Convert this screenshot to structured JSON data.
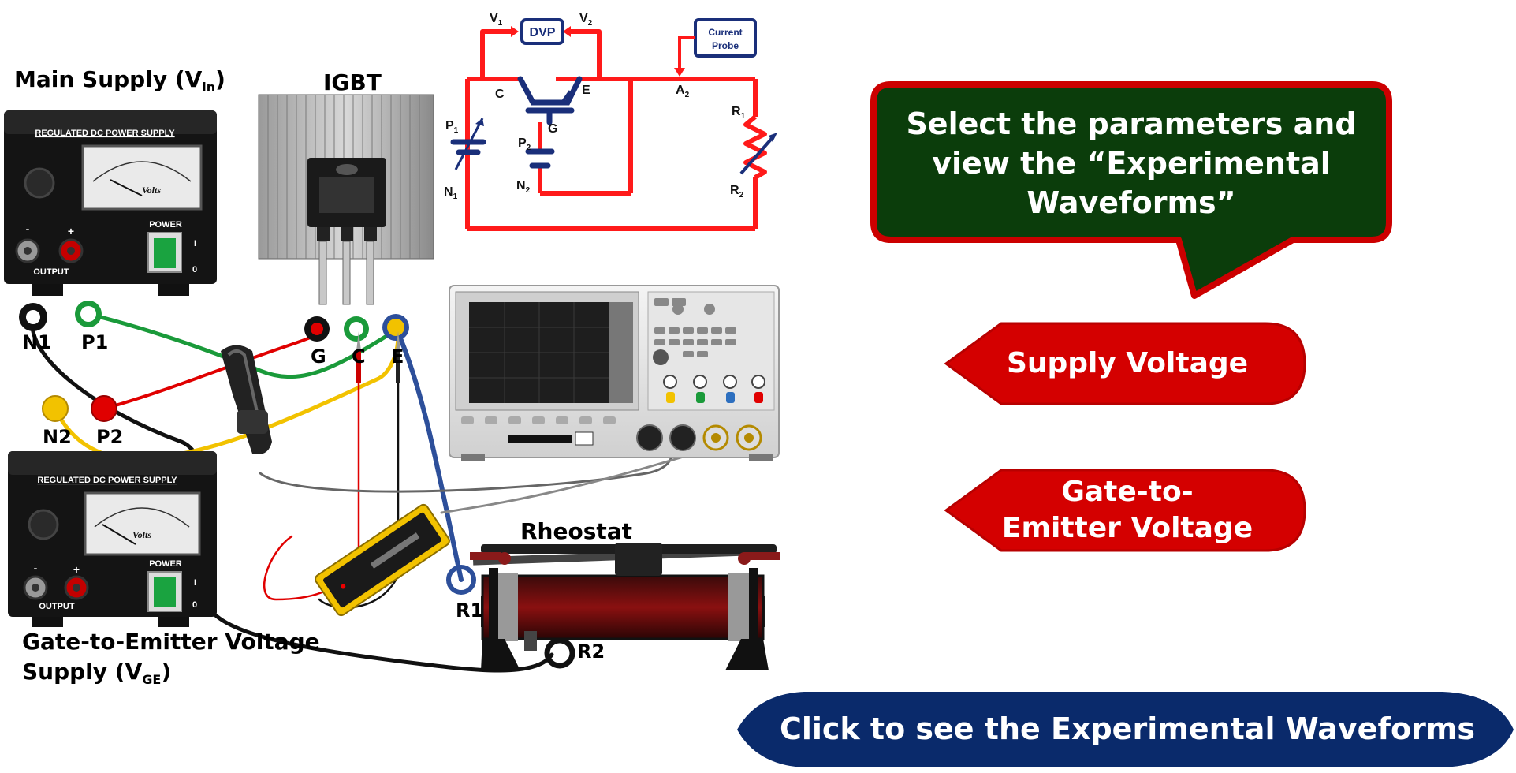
{
  "labels": {
    "main_supply": "Main Supply (V",
    "main_supply_sub": "in",
    "main_supply_close": ")",
    "gate_supply_line1": "Gate-to-Emitter Voltage",
    "gate_supply_line2": "Supply (V",
    "gate_supply_sub": "GE",
    "gate_supply_close": ")",
    "igbt": "IGBT",
    "rheostat": "Rheostat",
    "terminal_n1": "N1",
    "terminal_p1": "P1",
    "terminal_n2": "N2",
    "terminal_p2": "P2",
    "terminal_g": "G",
    "terminal_c": "C",
    "terminal_e": "E",
    "terminal_r1": "R1",
    "terminal_r2": "R2"
  },
  "power_supply": {
    "title": "REGULATED DC POWER SUPPLY",
    "meter_label": "Volts",
    "output_label": "OUTPUT",
    "power_label": "POWER",
    "minus": "-",
    "plus": "+",
    "switch_on": "I",
    "switch_off": "0"
  },
  "circuit": {
    "dvp": "DVP",
    "current_probe_line1": "Current",
    "current_probe_line2": "Probe",
    "v1": "V",
    "v1_sub": "1",
    "v2": "V",
    "v2_sub": "2",
    "c": "C",
    "e": "E",
    "g": "G",
    "a2": "A",
    "a2_sub": "2",
    "p1": "P",
    "p1_sub": "1",
    "n1": "N",
    "n1_sub": "1",
    "p2": "P",
    "p2_sub": "2",
    "n2": "N",
    "n2_sub": "2",
    "r1": "R",
    "r1_sub": "1",
    "r2": "R",
    "r2_sub": "2"
  },
  "callout": {
    "text_line1": "Select the parameters and",
    "text_line2": "view the “Experimental",
    "text_line3": "Waveforms”"
  },
  "buttons": {
    "supply_voltage": "Supply Voltage",
    "gate_line1": "Gate-to-",
    "gate_line2": "Emitter Voltage",
    "experimental": "Click to see the Experimental Waveforms"
  },
  "colors": {
    "callout_bg": "#0b3d0b",
    "callout_border": "#cc0000",
    "button_red": "#d40000",
    "button_blue": "#0a2a6b",
    "wire_red": "#e00000",
    "wire_green": "#1a9a3a",
    "wire_yellow": "#f2c200",
    "wire_blue": "#2d4f9a",
    "circuit_red": "#ff1a1a",
    "circuit_blue": "#1a2f7a"
  }
}
